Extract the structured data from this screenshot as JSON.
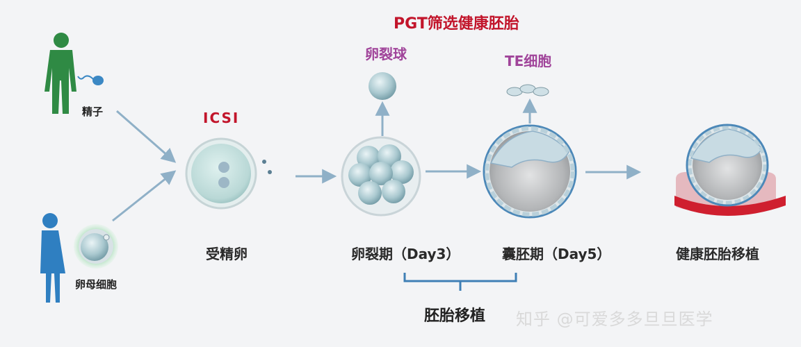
{
  "labels": {
    "title": "PGT筛选健康胚胎",
    "blastomere": "卵裂球",
    "te_cells": "TE细胞",
    "icsi": "ICSI",
    "sperm": "精子",
    "oocyte": "卵母细胞",
    "zygote": "受精卵",
    "cleavage": "卵裂期（Day3）",
    "blastocyst": "囊胚期（Day5）",
    "transfer": "健康胚胎移植",
    "embryo_transfer": "胚胎移植"
  },
  "watermark": "知乎 @可爱多多旦旦医学",
  "colors": {
    "title_red": "#c2152b",
    "magenta": "#a0449a",
    "arrow": "#8fb0c7",
    "bracket": "#3f7fb5",
    "figure_green": "#2f8a44",
    "figure_blue": "#2f7fc1"
  }
}
